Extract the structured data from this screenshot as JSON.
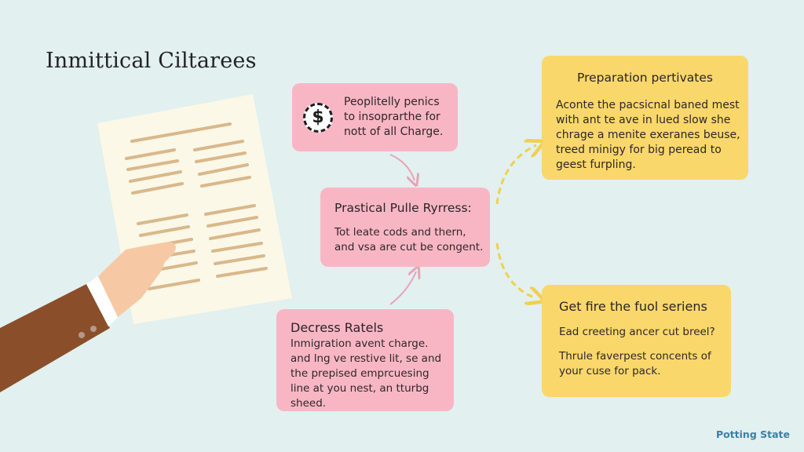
{
  "title": "Inmittical Ciltarees",
  "illustration": {
    "description": "hand-holding-document",
    "paper_color": "#fbf8e8",
    "line_color": "#d9b88a",
    "sleeve_color": "#8a4f2a"
  },
  "boxes": {
    "top_left": {
      "icon": "dollar-coin-icon",
      "icon_glyph": "$",
      "text": "Peoplitelly penics\nto insoprarthe for\nnott of all Charge."
    },
    "center": {
      "heading": "Prastical Pulle Ryrress:",
      "text": "Tot leate cods and thern,\nand vsa are cut be congent."
    },
    "bottom_left": {
      "heading": "Decress Ratels",
      "text": "Inmigration avent charge.\nand lng ve restive lit, se and\nthe prepised emprcuesing\nline at you nest, an tturbg\nsheed."
    },
    "top_right": {
      "heading": "Preparation pertivates",
      "text": "Aconte the pacsicnal baned mest\nwith ant te ave in lued slow she\nchrage a menite exeranes beuse,\ntreed minigy for big peread to\ngeest furpling."
    },
    "bottom_right": {
      "heading": "Get fire the fuol seriens",
      "text1": "Ead creeting ancer cut breel?",
      "text2": "Thrule faverpest concents of\nyour cuse for pack."
    }
  },
  "footer": "Potting State",
  "colors": {
    "background": "#e2f0ef",
    "pink_box": "#f8b6c4",
    "yellow_box": "#f9d76b",
    "pink_arrow": "#e9a3b6",
    "yellow_arrow": "#f2cf4f",
    "footer_text": "#3c7fa6"
  }
}
